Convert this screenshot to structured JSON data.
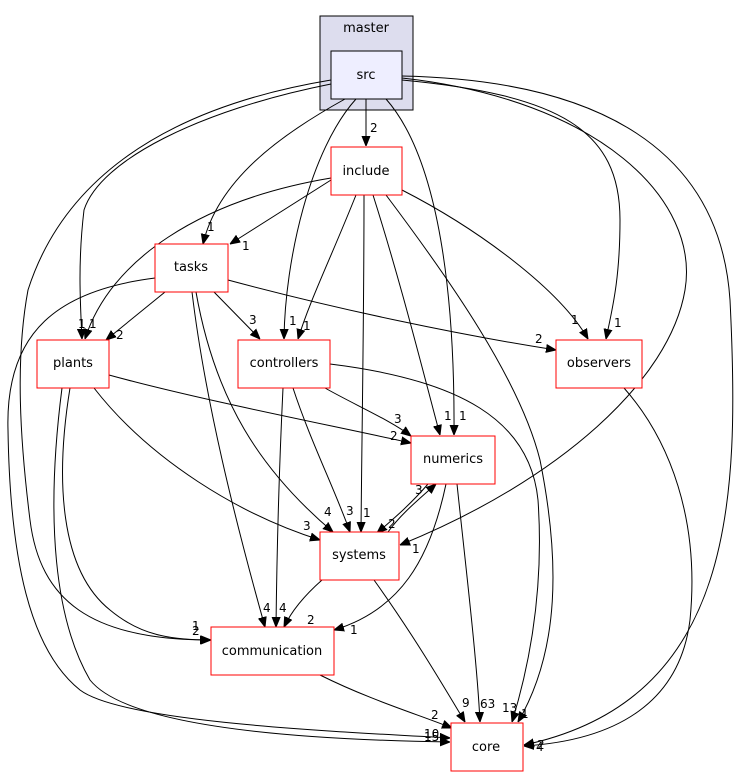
{
  "cluster": {
    "label": "master"
  },
  "nodes": {
    "src": "src",
    "include": "include",
    "tasks": "tasks",
    "plants": "plants",
    "controllers": "controllers",
    "observers": "observers",
    "numerics": "numerics",
    "systems": "systems",
    "communication": "communication",
    "core": "core"
  },
  "edges": [
    {
      "from": "src",
      "to": "include",
      "label": "2"
    },
    {
      "from": "src",
      "to": "tasks",
      "label": "1"
    },
    {
      "from": "src",
      "to": "plants",
      "label": "1"
    },
    {
      "from": "src",
      "to": "controllers",
      "label": "1"
    },
    {
      "from": "src",
      "to": "observers",
      "label": "1"
    },
    {
      "from": "src",
      "to": "numerics",
      "label": "1"
    },
    {
      "from": "src",
      "to": "systems",
      "label": "1"
    },
    {
      "from": "src",
      "to": "communication",
      "label": "1"
    },
    {
      "from": "src",
      "to": "core",
      "label": "4"
    },
    {
      "from": "include",
      "to": "tasks",
      "label": "1"
    },
    {
      "from": "include",
      "to": "plants",
      "label": "1"
    },
    {
      "from": "include",
      "to": "controllers",
      "label": "1"
    },
    {
      "from": "include",
      "to": "observers",
      "label": "1"
    },
    {
      "from": "include",
      "to": "numerics",
      "label": "1"
    },
    {
      "from": "include",
      "to": "systems",
      "label": "1"
    },
    {
      "from": "include",
      "to": "core",
      "label": "1"
    },
    {
      "from": "tasks",
      "to": "plants",
      "label": "2"
    },
    {
      "from": "tasks",
      "to": "controllers",
      "label": "3"
    },
    {
      "from": "tasks",
      "to": "observers",
      "label": "2"
    },
    {
      "from": "tasks",
      "to": "systems",
      "label": "4"
    },
    {
      "from": "tasks",
      "to": "communication",
      "label": "4"
    },
    {
      "from": "tasks",
      "to": "core",
      "label": "10"
    },
    {
      "from": "plants",
      "to": "numerics",
      "label": "2"
    },
    {
      "from": "plants",
      "to": "systems",
      "label": "3"
    },
    {
      "from": "plants",
      "to": "communication",
      "label": "2"
    },
    {
      "from": "plants",
      "to": "core",
      "label": "15"
    },
    {
      "from": "controllers",
      "to": "numerics",
      "label": "3"
    },
    {
      "from": "controllers",
      "to": "systems",
      "label": "3"
    },
    {
      "from": "controllers",
      "to": "communication",
      "label": "4"
    },
    {
      "from": "controllers",
      "to": "core",
      "label": "13"
    },
    {
      "from": "observers",
      "to": "core",
      "label": "2"
    },
    {
      "from": "numerics",
      "to": "systems",
      "label": "2"
    },
    {
      "from": "systems",
      "to": "numerics",
      "label": "3"
    },
    {
      "from": "numerics",
      "to": "core",
      "label": "63"
    },
    {
      "from": "numerics",
      "to": "communication",
      "label": "1"
    },
    {
      "from": "systems",
      "to": "communication",
      "label": "2"
    },
    {
      "from": "systems",
      "to": "core",
      "label": "9"
    },
    {
      "from": "communication",
      "to": "core",
      "label": "2"
    }
  ]
}
